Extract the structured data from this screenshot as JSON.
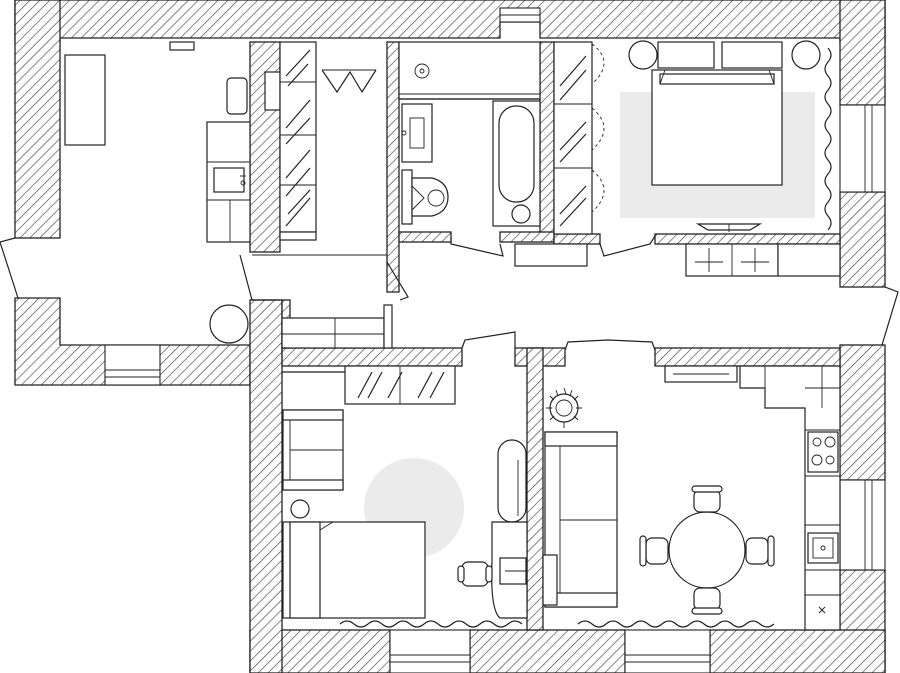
{
  "plan": {
    "wall_color": "#222222",
    "hatch_color": "#444444",
    "rug_color": "#ebebeb",
    "background": "#ffffff",
    "rooms": [
      {
        "id": "room-living-left",
        "kind": "room"
      },
      {
        "id": "room-wardrobe-corridor",
        "kind": "room"
      },
      {
        "id": "room-bathroom",
        "kind": "room"
      },
      {
        "id": "room-master-bedroom",
        "kind": "room"
      },
      {
        "id": "room-hallway",
        "kind": "room"
      },
      {
        "id": "room-bedroom-small",
        "kind": "room"
      },
      {
        "id": "room-kitchen-dining",
        "kind": "room"
      }
    ],
    "icons": [
      "bed-icon",
      "bathtub-icon",
      "toilet-icon",
      "sink-icon",
      "dining-table-icon",
      "chair-icon",
      "sofa-icon",
      "armchair-icon",
      "plant-icon",
      "stove-icon",
      "door-icon",
      "window-icon",
      "wardrobe-icon",
      "curtain-icon",
      "rug-icon",
      "desk-icon",
      "lamp-icon"
    ]
  }
}
